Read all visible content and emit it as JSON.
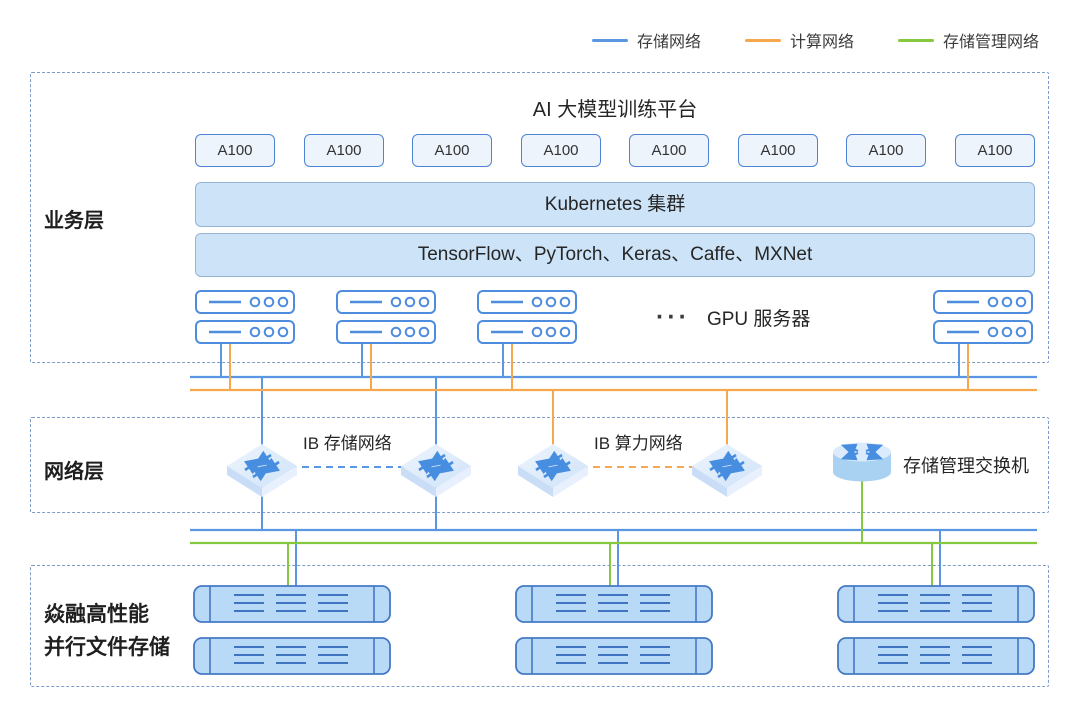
{
  "legend": {
    "items": [
      {
        "label": "存储网络",
        "color": "#5b96e0"
      },
      {
        "label": "计算网络",
        "color": "#f5a84e"
      },
      {
        "label": "存储管理网络",
        "color": "#85c940"
      }
    ]
  },
  "layers": {
    "business": {
      "label": "业务层",
      "title": "AI 大模型训练平台",
      "a100_items": [
        "A100",
        "A100",
        "A100",
        "A100",
        "A100",
        "A100",
        "A100",
        "A100"
      ],
      "kubernetes_bar": "Kubernetes 集群",
      "frameworks_bar": "TensorFlow、PyTorch、Keras、Caffe、MXNet",
      "gpu_caption_dots": "···",
      "gpu_caption": "GPU 服务器"
    },
    "network": {
      "label": "网络层",
      "ib_storage_label": "IB 存储网络",
      "ib_compute_label": "IB 算力网络",
      "mgmt_switch_label": "存储管理交换机"
    },
    "storage": {
      "label_line1": "焱融高性能",
      "label_line2": "并行文件存储"
    }
  },
  "colors": {
    "storage_network": "#5b96e0",
    "compute_network": "#f5a84e",
    "management_network": "#85c940",
    "dashed_box_border": "#7d9cc8",
    "bar_fill": "#cde4f8",
    "node_fill": "#edf4fc",
    "node_border": "#4f83d6",
    "storage_array_fill": "#b9daf6",
    "storage_array_border": "#4579c4",
    "server_icon_stroke": "#4e8cde"
  }
}
